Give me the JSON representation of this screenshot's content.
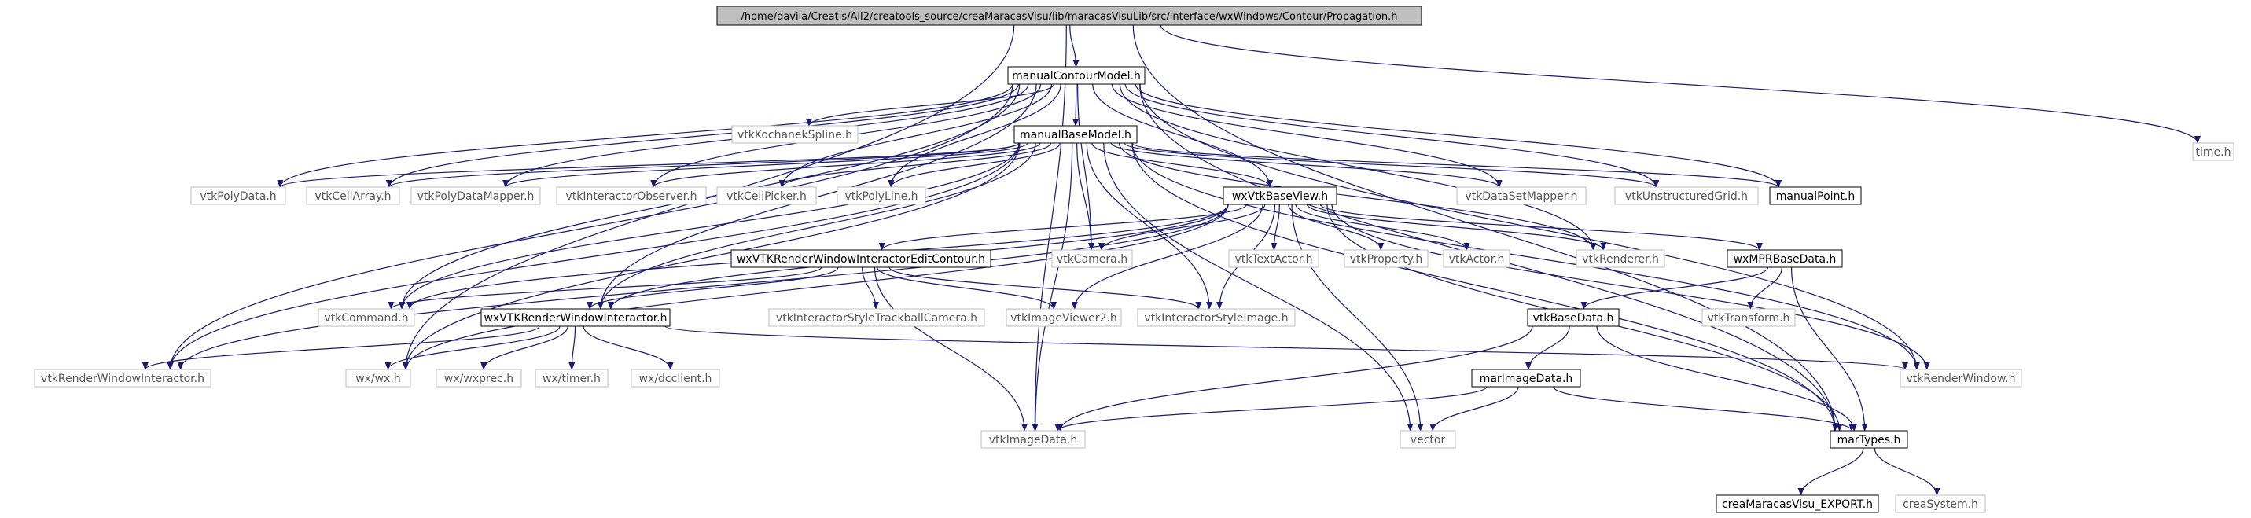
{
  "nodes": {
    "propagation": {
      "label": "/home/davila/Creatis/All2/creatools_source/creaMaracasVisu/lib/maracasVisuLib/src/interface/wxWindows/Contour/Propagation.h",
      "kind": "root"
    },
    "manualContourModel": {
      "label": "manualContourModel.h",
      "kind": "documented"
    },
    "time": {
      "label": "time.h",
      "kind": "external"
    },
    "vtkKochanekSpline": {
      "label": "vtkKochanekSpline.h",
      "kind": "external"
    },
    "manualBaseModel": {
      "label": "manualBaseModel.h",
      "kind": "documented"
    },
    "vtkPolyData": {
      "label": "vtkPolyData.h",
      "kind": "external"
    },
    "vtkCellArray": {
      "label": "vtkCellArray.h",
      "kind": "external"
    },
    "vtkPolyDataMapper": {
      "label": "vtkPolyDataMapper.h",
      "kind": "external"
    },
    "vtkInteractorObserver": {
      "label": "vtkInteractorObserver.h",
      "kind": "external"
    },
    "vtkCellPicker": {
      "label": "vtkCellPicker.h",
      "kind": "external"
    },
    "vtkPolyLine": {
      "label": "vtkPolyLine.h",
      "kind": "external"
    },
    "wxVtkBaseView": {
      "label": "wxVtkBaseView.h",
      "kind": "documented"
    },
    "vtkDataSetMapper": {
      "label": "vtkDataSetMapper.h",
      "kind": "external"
    },
    "vtkUnstructuredGrid": {
      "label": "vtkUnstructuredGrid.h",
      "kind": "external"
    },
    "manualPoint": {
      "label": "manualPoint.h",
      "kind": "documented"
    },
    "wxVTKRWIEditContour": {
      "label": "wxVTKRenderWindowInteractorEditContour.h",
      "kind": "documented"
    },
    "vtkCamera": {
      "label": "vtkCamera.h",
      "kind": "external"
    },
    "vtkTextActor": {
      "label": "vtkTextActor.h",
      "kind": "external"
    },
    "vtkProperty": {
      "label": "vtkProperty.h",
      "kind": "external"
    },
    "vtkActor": {
      "label": "vtkActor.h",
      "kind": "external"
    },
    "vtkRenderer": {
      "label": "vtkRenderer.h",
      "kind": "external"
    },
    "wxMPRBaseData": {
      "label": "wxMPRBaseData.h",
      "kind": "documented"
    },
    "vtkCommand": {
      "label": "vtkCommand.h",
      "kind": "external"
    },
    "wxVTKRWI": {
      "label": "wxVTKRenderWindowInteractor.h",
      "kind": "documented"
    },
    "vtkInteractorStyleTrackballCamera": {
      "label": "vtkInteractorStyleTrackballCamera.h",
      "kind": "external"
    },
    "vtkImageViewer2": {
      "label": "vtkImageViewer2.h",
      "kind": "external"
    },
    "vtkInteractorStyleImage": {
      "label": "vtkInteractorStyleImage.h",
      "kind": "external"
    },
    "vtkTransform": {
      "label": "vtkTransform.h",
      "kind": "external"
    },
    "vtkBaseData": {
      "label": "vtkBaseData.h",
      "kind": "documented"
    },
    "vtkRenderWindowInteractor": {
      "label": "vtkRenderWindowInteractor.h",
      "kind": "external"
    },
    "wxwx": {
      "label": "wx/wx.h",
      "kind": "external"
    },
    "wxwxprec": {
      "label": "wx/wxprec.h",
      "kind": "external"
    },
    "wxtimer": {
      "label": "wx/timer.h",
      "kind": "external"
    },
    "wxdcclient": {
      "label": "wx/dcclient.h",
      "kind": "external"
    },
    "marImageData": {
      "label": "marImageData.h",
      "kind": "documented"
    },
    "vtkRenderWindow": {
      "label": "vtkRenderWindow.h",
      "kind": "external"
    },
    "vtkImageData": {
      "label": "vtkImageData.h",
      "kind": "external"
    },
    "vector": {
      "label": "vector",
      "kind": "external"
    },
    "marTypes": {
      "label": "marTypes.h",
      "kind": "documented"
    },
    "creaMaracasVisuEXPORT": {
      "label": "creaMaracasVisu_EXPORT.h",
      "kind": "documented"
    },
    "creaSystem": {
      "label": "creaSystem.h",
      "kind": "external"
    }
  },
  "edges": [
    [
      "propagation",
      "manualContourModel"
    ],
    [
      "propagation",
      "time"
    ],
    [
      "propagation",
      "vtkImageData"
    ],
    [
      "propagation",
      "wxwx"
    ],
    [
      "propagation",
      "marTypes"
    ],
    [
      "manualContourModel",
      "vtkKochanekSpline"
    ],
    [
      "manualContourModel",
      "manualBaseModel"
    ],
    [
      "manualContourModel",
      "vtkPolyData"
    ],
    [
      "manualContourModel",
      "vtkCellArray"
    ],
    [
      "manualContourModel",
      "vtkPolyDataMapper"
    ],
    [
      "manualContourModel",
      "vtkInteractorObserver"
    ],
    [
      "manualContourModel",
      "vtkCellPicker"
    ],
    [
      "manualContourModel",
      "vtkPolyLine"
    ],
    [
      "manualContourModel",
      "wxVtkBaseView"
    ],
    [
      "manualContourModel",
      "vtkDataSetMapper"
    ],
    [
      "manualContourModel",
      "vtkUnstructuredGrid"
    ],
    [
      "manualContourModel",
      "manualPoint"
    ],
    [
      "manualContourModel",
      "vtkCamera"
    ],
    [
      "manualContourModel",
      "vtkRenderer"
    ],
    [
      "manualContourModel",
      "vtkCommand"
    ],
    [
      "manualContourModel",
      "wxVTKRWI"
    ],
    [
      "manualContourModel",
      "vtkRenderWindowInteractor"
    ],
    [
      "manualContourModel",
      "vtkRenderWindow"
    ],
    [
      "manualContourModel",
      "marTypes"
    ],
    [
      "manualBaseModel",
      "vtkPolyData"
    ],
    [
      "manualBaseModel",
      "vtkCellArray"
    ],
    [
      "manualBaseModel",
      "vtkPolyDataMapper"
    ],
    [
      "manualBaseModel",
      "vtkInteractorObserver"
    ],
    [
      "manualBaseModel",
      "vtkCellPicker"
    ],
    [
      "manualBaseModel",
      "vtkPolyLine"
    ],
    [
      "manualBaseModel",
      "wxVtkBaseView"
    ],
    [
      "manualBaseModel",
      "vtkDataSetMapper"
    ],
    [
      "manualBaseModel",
      "vtkUnstructuredGrid"
    ],
    [
      "manualBaseModel",
      "manualPoint"
    ],
    [
      "manualBaseModel",
      "vtkCamera"
    ],
    [
      "manualBaseModel",
      "vtkRenderer"
    ],
    [
      "manualBaseModel",
      "vtkCommand"
    ],
    [
      "manualBaseModel",
      "wxVTKRWI"
    ],
    [
      "manualBaseModel",
      "vtkRenderWindowInteractor"
    ],
    [
      "manualBaseModel",
      "vtkInteractorStyleImage"
    ],
    [
      "manualBaseModel",
      "vtkImageData"
    ],
    [
      "manualBaseModel",
      "vtkRenderWindow"
    ],
    [
      "manualBaseModel",
      "marTypes"
    ],
    [
      "manualBaseModel",
      "wxwx"
    ],
    [
      "manualBaseModel",
      "vector"
    ],
    [
      "wxVtkBaseView",
      "wxVTKRWIEditContour"
    ],
    [
      "wxVtkBaseView",
      "vtkCamera"
    ],
    [
      "wxVtkBaseView",
      "vtkTextActor"
    ],
    [
      "wxVtkBaseView",
      "vtkProperty"
    ],
    [
      "wxVtkBaseView",
      "vtkActor"
    ],
    [
      "wxVtkBaseView",
      "vtkRenderer"
    ],
    [
      "wxVtkBaseView",
      "wxMPRBaseData"
    ],
    [
      "wxVtkBaseView",
      "vtkCommand"
    ],
    [
      "wxVtkBaseView",
      "wxVTKRWI"
    ],
    [
      "wxVtkBaseView",
      "vtkImageViewer2"
    ],
    [
      "wxVtkBaseView",
      "vtkInteractorStyleImage"
    ],
    [
      "wxVtkBaseView",
      "vtkRenderWindow"
    ],
    [
      "wxVtkBaseView",
      "vector"
    ],
    [
      "wxVtkBaseView",
      "marTypes"
    ],
    [
      "wxVtkBaseView",
      "wxwx"
    ],
    [
      "wxVtkBaseView",
      "vtkRenderWindowInteractor"
    ],
    [
      "wxVTKRWIEditContour",
      "vtkCommand"
    ],
    [
      "wxVTKRWIEditContour",
      "wxVTKRWI"
    ],
    [
      "wxVTKRWIEditContour",
      "vtkInteractorStyleTrackballCamera"
    ],
    [
      "wxVTKRWIEditContour",
      "vtkImageViewer2"
    ],
    [
      "wxVTKRWIEditContour",
      "vtkInteractorStyleImage"
    ],
    [
      "wxVTKRWIEditContour",
      "vtkImageData"
    ],
    [
      "wxMPRBaseData",
      "vtkTransform"
    ],
    [
      "wxMPRBaseData",
      "vtkBaseData"
    ],
    [
      "wxMPRBaseData",
      "marTypes"
    ],
    [
      "wxVTKRWI",
      "vtkRenderWindowInteractor"
    ],
    [
      "wxVTKRWI",
      "wxwx"
    ],
    [
      "wxVTKRWI",
      "wxwxprec"
    ],
    [
      "wxVTKRWI",
      "wxtimer"
    ],
    [
      "wxVTKRWI",
      "wxdcclient"
    ],
    [
      "wxVTKRWI",
      "vtkRenderWindow"
    ],
    [
      "vtkBaseData",
      "marImageData"
    ],
    [
      "vtkBaseData",
      "vtkImageData"
    ],
    [
      "vtkBaseData",
      "marTypes"
    ],
    [
      "marImageData",
      "vtkImageData"
    ],
    [
      "marImageData",
      "vector"
    ],
    [
      "marImageData",
      "marTypes"
    ],
    [
      "marTypes",
      "creaMaracasVisuEXPORT"
    ],
    [
      "marTypes",
      "creaSystem"
    ]
  ],
  "colors": {
    "edge": "#191970",
    "root_fill": "#bfbfbf",
    "documented_border": "#000000",
    "external_border": "#bfbfbf",
    "external_text": "#555555"
  }
}
